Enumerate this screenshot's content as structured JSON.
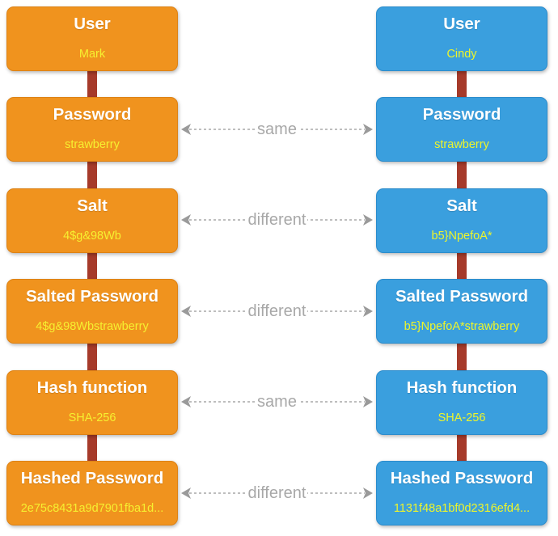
{
  "left_column": {
    "rows": [
      {
        "title": "User",
        "value": "Mark"
      },
      {
        "title": "Password",
        "value": "strawberry"
      },
      {
        "title": "Salt",
        "value": "4$g&98Wb"
      },
      {
        "title": "Salted Password",
        "value": "4$g&98Wbstrawberry"
      },
      {
        "title": "Hash function",
        "value": "SHA-256"
      },
      {
        "title": "Hashed Password",
        "value": "2e75c8431a9d7901fba1d..."
      }
    ],
    "color": "#f0931e"
  },
  "right_column": {
    "rows": [
      {
        "title": "User",
        "value": "Cindy"
      },
      {
        "title": "Password",
        "value": "strawberry"
      },
      {
        "title": "Salt",
        "value": "b5}NpefoA*"
      },
      {
        "title": "Salted Password",
        "value": "b5}NpefoA*strawberry"
      },
      {
        "title": "Hash function",
        "value": "SHA-256"
      },
      {
        "title": "Hashed Password",
        "value": "1131f48a1bf0d2316efd4..."
      }
    ],
    "color": "#3a9fde"
  },
  "comparisons": [
    {
      "label": "same"
    },
    {
      "label": "different"
    },
    {
      "label": "different"
    },
    {
      "label": "same"
    },
    {
      "label": "different"
    }
  ],
  "connector_color": "#a63a2a",
  "value_color": "#f6f030",
  "comparison_color": "#a8a8a8"
}
